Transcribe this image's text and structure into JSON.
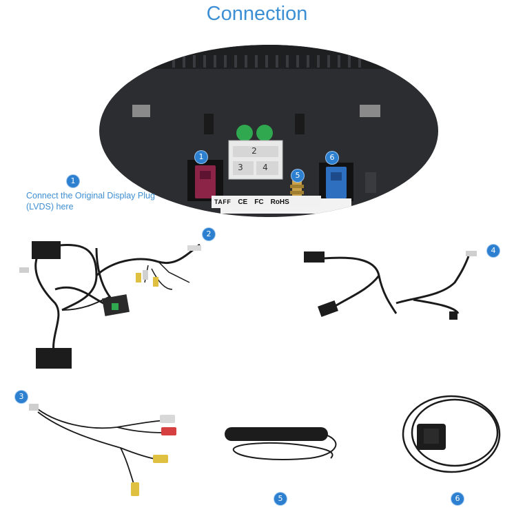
{
  "page": {
    "title": "Connection",
    "caption": "Connect the Original Display Plug (LVDS) here"
  },
  "callouts": {
    "b1": "1",
    "b2": "2",
    "b3": "3",
    "b4": "4",
    "b5": "5",
    "b6": "6"
  },
  "panel": {
    "port_numbers": {
      "p1": "1",
      "p2": "2",
      "p3": "3",
      "p4": "4",
      "p5": "5",
      "p6": "6"
    },
    "label_strip": {
      "brand": "TAFF",
      "ce": "CE",
      "fc": "FC",
      "rohs": "RoHS"
    }
  },
  "colors": {
    "title_blue": "#3c8fd4",
    "badge_blue": "#2d7fd0",
    "panel_dark": "#2a2b2d",
    "lvds_port": "#8c2447",
    "gps_port": "#2f6fc0",
    "sticker_green": "#2fa84f"
  }
}
